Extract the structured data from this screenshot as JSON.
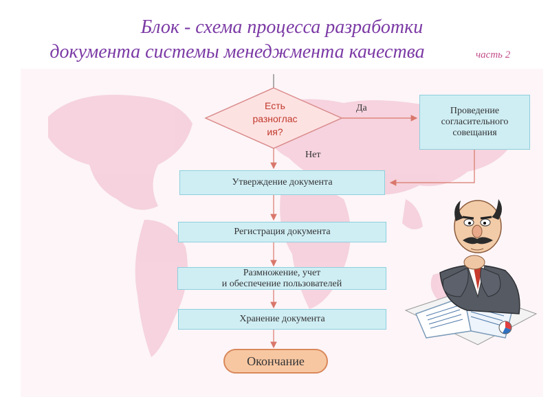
{
  "title": {
    "line1": "Блок - схема процесса разработки",
    "line2": "документа системы менеджмента качества",
    "part": "часть 2"
  },
  "diagram": {
    "decision": {
      "line1": "Есть",
      "line2": "разноглас",
      "line3": "ия?"
    },
    "yes_label": "Да",
    "no_label": "Нет",
    "meeting": {
      "line1": "Проведение",
      "line2": "согласительного",
      "line3": "совещания"
    },
    "steps": {
      "approval": "Утверждение документа",
      "registration": "Регистрация документа",
      "copying_line1": "Размножение, учет",
      "copying_line2": "и обеспечение пользователей",
      "storage": "Хранение документа"
    },
    "end": "Окончание"
  },
  "colors": {
    "title": "#7b3aa5",
    "box_fill": "#cfeef4",
    "box_border": "#8ccfdc",
    "decision_fill": "#fde2e2",
    "arrow": "#d9776b",
    "map": "#f6d6e0"
  }
}
